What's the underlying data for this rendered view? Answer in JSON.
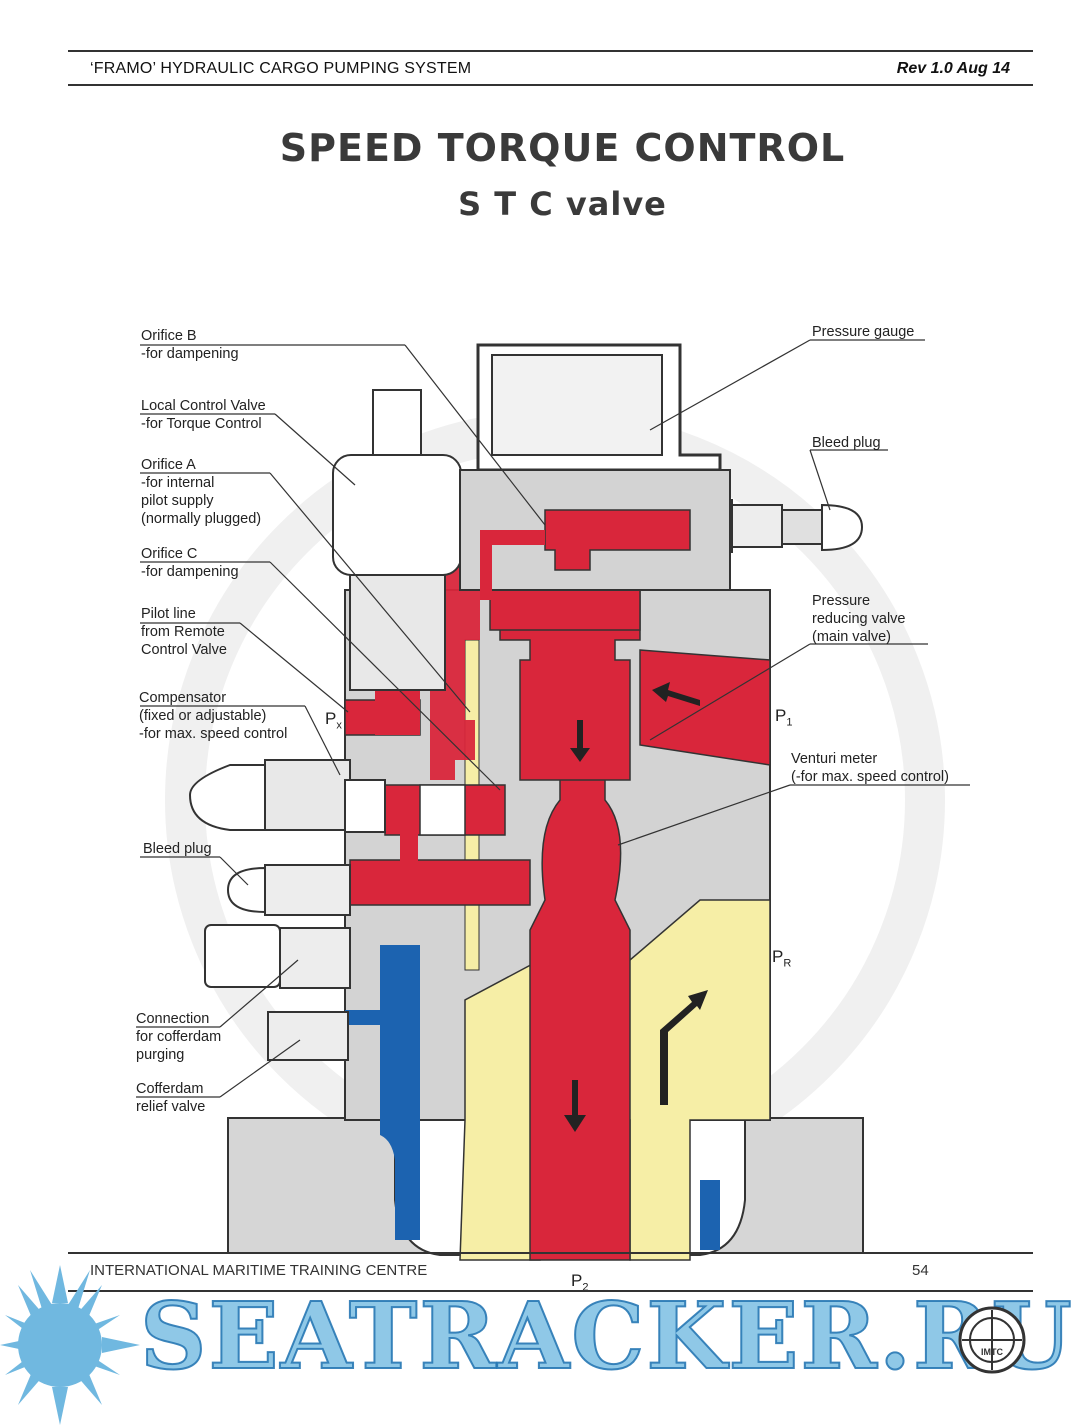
{
  "header": {
    "left": "‘FRAMO’ HYDRAULIC CARGO PUMPING SYSTEM",
    "right": "Rev 1.0 Aug 14"
  },
  "title": "SPEED TORQUE CONTROL",
  "subtitle": "S T C valve",
  "labels": {
    "orifice_b": [
      "Orifice B",
      "-for dampening"
    ],
    "local_control": [
      "Local Control Valve",
      "-for Torque Control"
    ],
    "orifice_a": [
      "Orifice A",
      "-for internal",
      " pilot supply",
      "(normally plugged)"
    ],
    "orifice_c": [
      "Orifice C",
      "-for dampening"
    ],
    "pilot_line": [
      "Pilot line",
      "from Remote",
      "Control Valve"
    ],
    "compensator": [
      "Compensator",
      "(fixed or adjustable)",
      "-for max. speed control"
    ],
    "bleed_plug_left": "Bleed plug",
    "connection": [
      "Connection",
      "for cofferdam",
      "purging"
    ],
    "cofferdam_relief": [
      "Cofferdam",
      "relief valve"
    ],
    "pressure_gauge": "Pressure gauge",
    "bleed_plug_right": "Bleed plug",
    "pressure_reducing": [
      "Pressure",
      "reducing valve",
      "(main valve)"
    ],
    "venturi": [
      "Venturi meter",
      "(-for max. speed control)"
    ],
    "px": "P",
    "px_sub": "x",
    "p1": "P",
    "p1_sub": "1",
    "pr": "P",
    "pr_sub": "R",
    "p2": "P",
    "p2_sub": "2"
  },
  "footer": {
    "left": "INTERNATIONAL MARITIME TRAINING CENTRE",
    "page": "54"
  },
  "watermark": {
    "text": "SEATRACKER.RU",
    "logo_text": "IMTC"
  },
  "colors": {
    "red": "#d9263b",
    "yellow": "#f6eea6",
    "blue": "#1c63b0",
    "gray": "#d3d3d3",
    "watermark": "#70b8e0"
  }
}
